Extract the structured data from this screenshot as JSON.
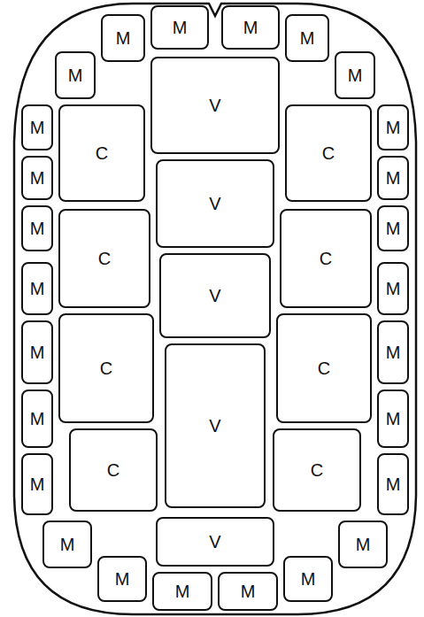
{
  "diagram": {
    "nodes": [
      {
        "text": [
          "M"
        ]
      },
      {
        "text": [
          "M"
        ]
      },
      {
        "text": [
          "M"
        ]
      },
      {
        "text": [
          "M"
        ]
      },
      {
        "text": [
          "M"
        ]
      },
      {
        "text": [
          "M"
        ]
      },
      {
        "text": [
          "V"
        ]
      },
      {
        "text": [
          "C"
        ]
      },
      {
        "text": [
          "C"
        ]
      },
      {
        "text": [
          "M"
        ]
      },
      {
        "text": [
          "M"
        ]
      },
      {
        "text": [
          "M"
        ]
      },
      {
        "text": [
          "M"
        ]
      },
      {
        "text": [
          "V"
        ]
      },
      {
        "text": [
          "M"
        ]
      },
      {
        "text": [
          "M"
        ]
      },
      {
        "text": [
          "C"
        ]
      },
      {
        "text": [
          "C"
        ]
      },
      {
        "text": [
          "V"
        ]
      },
      {
        "text": [
          "M"
        ]
      },
      {
        "text": [
          "M"
        ]
      },
      {
        "text": [
          "C"
        ]
      },
      {
        "text": [
          "C"
        ]
      },
      {
        "text": [
          "M"
        ]
      },
      {
        "text": [
          "M"
        ]
      },
      {
        "text": [
          "V"
        ]
      },
      {
        "text": [
          "M"
        ]
      },
      {
        "text": [
          "M"
        ]
      },
      {
        "text": [
          "C"
        ]
      },
      {
        "text": [
          "C"
        ]
      },
      {
        "text": [
          "M"
        ]
      },
      {
        "text": [
          "M"
        ]
      },
      {
        "text": [
          "V"
        ]
      },
      {
        "text": [
          "M"
        ]
      },
      {
        "text": [
          "M"
        ]
      },
      {
        "text": [
          "M"
        ]
      },
      {
        "text": [
          "M"
        ]
      },
      {
        "text": [
          "M"
        ]
      },
      {
        "text": [
          "M"
        ]
      }
    ]
  }
}
